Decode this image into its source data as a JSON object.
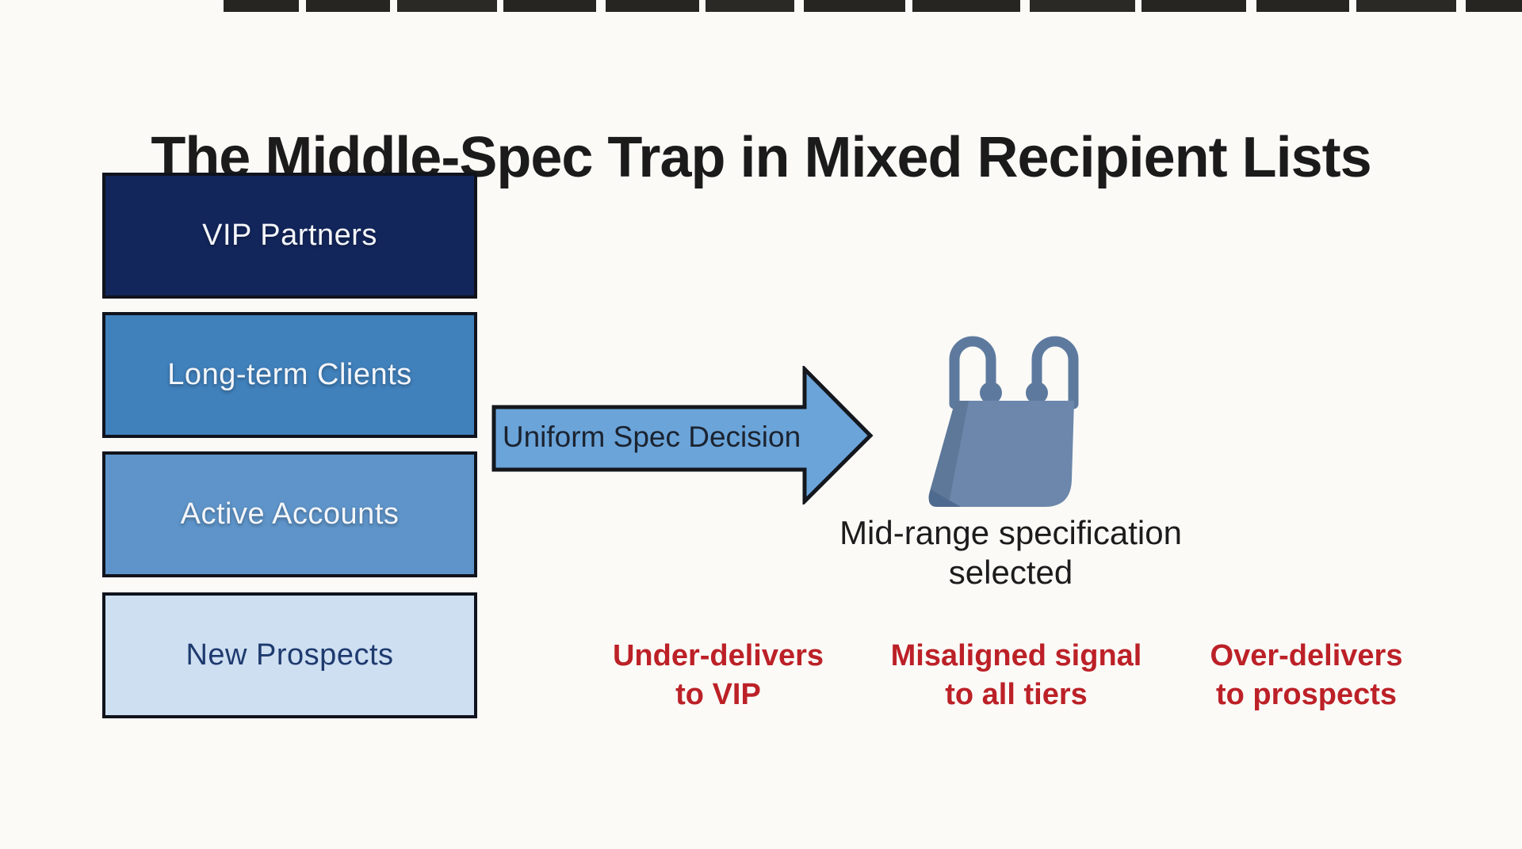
{
  "title": {
    "prefix": "The ",
    "emphasis": "Middle-Spec",
    "suffix": " Trap in Mixed Recipient Lists"
  },
  "tiers": [
    {
      "label": "VIP Partners",
      "fill": "#13265c",
      "text_color": "#f4f6fa"
    },
    {
      "label": "Long-term Clients",
      "fill": "#4080bb",
      "text_color": "#f4f6fa"
    },
    {
      "label": "Active Accounts",
      "fill": "#5e94c9",
      "text_color": "#f4f6fa"
    },
    {
      "label": "New Prospects",
      "fill": "#cedff2",
      "text_color": "#1e3a6e"
    }
  ],
  "arrow": {
    "label": "Uniform Spec Decision",
    "fill": "#6ba4d9",
    "outline": "#14171d"
  },
  "outcome": {
    "icon": "shopping-bag-icon",
    "line1": "Mid-range specification",
    "line2": "selected"
  },
  "consequences": [
    {
      "line1": "Under-delivers",
      "line2": "to VIP"
    },
    {
      "line1": "Misaligned signal",
      "line2": "to all tiers"
    },
    {
      "line1": "Over-delivers",
      "line2": "to prospects"
    }
  ],
  "colors": {
    "alert_red": "#bc2127",
    "bag_main": "#6c87ab",
    "bag_shade": "#5d7899",
    "bag_fold": "#4e6a8e",
    "bag_handle": "#5d7a9e"
  }
}
